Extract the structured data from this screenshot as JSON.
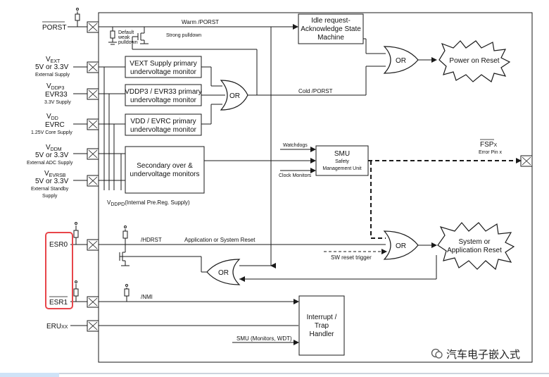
{
  "pins": {
    "porst": "PORST",
    "vext": {
      "symbol": "V",
      "sub": "EXT",
      "voltage": "5V or 3.3V",
      "desc": "External Supply"
    },
    "evr33": {
      "symbol": "V",
      "sub": "DDP3",
      "name": "EVR33",
      "desc": "3.3V Supply"
    },
    "evrc": {
      "symbol": "V",
      "sub": "DD",
      "name": "EVRC",
      "desc": "1.25V Core Supply"
    },
    "vddm": {
      "symbol": "V",
      "sub": "DDM",
      "voltage": "5V or 3.3V",
      "desc": "External ADC Supply"
    },
    "vevrsb": {
      "symbol": "V",
      "sub": "EVRSB",
      "voltage": "5V or 3.3V",
      "desc1": "External Standby",
      "desc2": "Supply"
    },
    "esr0": "ESR0",
    "esr1": "ESR1",
    "eru": {
      "name": "ERU",
      "sub": "XX"
    },
    "fsp": {
      "name": "FSP",
      "sub": "X",
      "desc": "Error Pin x"
    }
  },
  "blocks": {
    "idle": [
      "Idle request-",
      "Acknowledge State",
      "Machine"
    ],
    "vext_mon": [
      "VEXT Supply  primary",
      "undervoltage monitor"
    ],
    "vddp3_mon": [
      "VDDP3 / EVR33 primary",
      "undervoltage monitor"
    ],
    "vdd_mon": [
      "VDD / EVRC  primary",
      "undervoltage monitor"
    ],
    "secondary": [
      "Secondary over &",
      "undervoltage monitors"
    ],
    "smu": {
      "title": "SMU",
      "l1": "Safety",
      "l2": "Management Unit"
    },
    "interrupt": [
      "Interrupt /",
      "Trap",
      "Handler"
    ],
    "power_on_reset": "Power on Reset",
    "system_reset": [
      "System or",
      "Application Reset"
    ],
    "or_label": "OR"
  },
  "signals": {
    "warm": "Warm /PORST",
    "cold": "Cold /PORST",
    "default_pulldown": [
      "Default",
      "weak",
      "pulldown"
    ],
    "strong_pulldown": "Strong pulldown",
    "watchdogs": "Watchdogs",
    "clock_monitors": "Clock Monitors",
    "vddpd_sub": "DDPD",
    "vddpd_text": "(Internal Pre.Reg. Supply)",
    "hdrst": "/HDRST",
    "app_reset": "Application or System Reset",
    "sw_reset": "SW reset trigger",
    "nmi": "/NMI",
    "smu_monitors": "SMU (Monitors, WDT)"
  },
  "watermark": "汽车电子嵌入式",
  "colors": {
    "highlight": "#e8454a",
    "line": "#1a1a1a"
  }
}
